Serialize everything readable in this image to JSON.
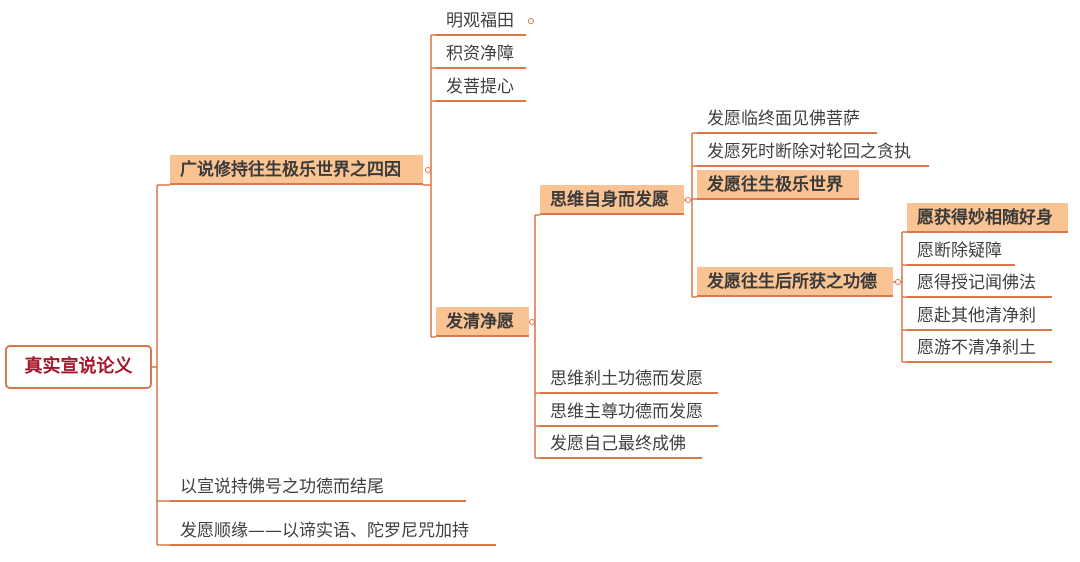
{
  "root": "真实宣说论义",
  "branch1": {
    "title": "广说修持往生极乐世界之四因",
    "children": [
      "明观福田",
      "积资净障",
      "发菩提心"
    ],
    "vow": {
      "title": "发清净愿",
      "self": {
        "title": "思维自身而发愿",
        "children": [
          "发愿临终面见佛菩萨",
          "发愿死时断除对轮回之贪执",
          "发愿往生极乐世界"
        ],
        "merit": {
          "title": "发愿往生后所获之功德",
          "children": [
            "愿获得妙相随好身",
            "愿断除疑障",
            "愿得授记闻佛法",
            "愿赴其他清净刹",
            "愿游不清净刹土"
          ]
        }
      },
      "others": [
        "思维刹土功德而发愿",
        "思维主尊功德而发愿",
        "发愿自己最终成佛"
      ]
    }
  },
  "branch2": "以宣说持佛号之功德而结尾",
  "branch3": "发愿顺缘——以谛实语、陀罗尼咒加持",
  "colors": {
    "line": "#d9774a",
    "highlight": "#f9c393",
    "root_text": "#a3162a"
  }
}
